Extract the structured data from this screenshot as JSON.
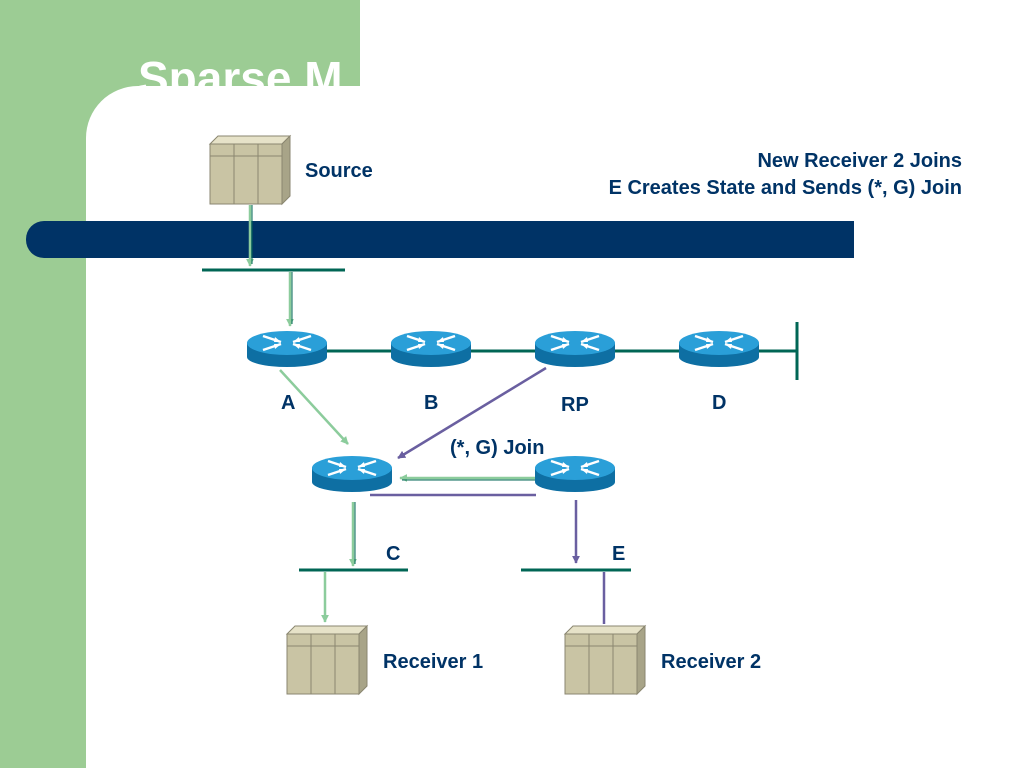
{
  "slide": {
    "title": "Sparse M",
    "headline_line1": "New Receiver 2 Joins",
    "headline_line2": "E Creates State and Sends (*, G) Join"
  },
  "labels": {
    "source": "Source",
    "receiver1": "Receiver 1",
    "receiver2": "Receiver 2",
    "router_a": "A",
    "router_b": "B",
    "router_rp": "RP",
    "router_d": "D",
    "router_c": "C",
    "router_e": "E",
    "join": "(*, G) Join"
  },
  "colors": {
    "panel_green": "#9ccc94",
    "band_navy": "#003366",
    "link_teal": "#006655",
    "data_flow_green": "#8ccc9c",
    "join_purple": "#6a5fa0",
    "router_blue": "#1a8fc7",
    "server_tan": "#c9c4a4"
  },
  "icons": {
    "router": "router-icon",
    "server": "server-icon"
  }
}
